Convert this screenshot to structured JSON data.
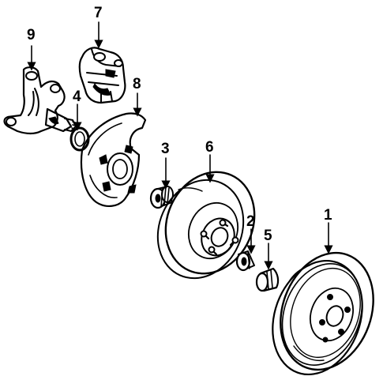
{
  "diagram": {
    "parts": [
      {
        "number": "1",
        "part": "wheel"
      },
      {
        "number": "2",
        "part": "outer-bearing"
      },
      {
        "number": "3",
        "part": "inner-bearing"
      },
      {
        "number": "4",
        "part": "seal"
      },
      {
        "number": "5",
        "part": "dust-cap"
      },
      {
        "number": "6",
        "part": "brake-rotor"
      },
      {
        "number": "7",
        "part": "brake-caliper"
      },
      {
        "number": "8",
        "part": "splash-shield"
      },
      {
        "number": "9",
        "part": "steering-knuckle"
      }
    ],
    "colors": {
      "ink": "#000000",
      "paper": "#ffffff"
    }
  }
}
